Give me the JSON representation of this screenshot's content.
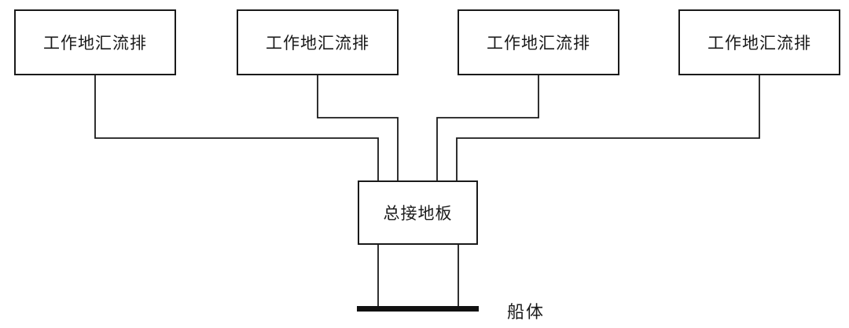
{
  "diagram": {
    "top_boxes": [
      {
        "label": "工作地汇流排"
      },
      {
        "label": "工作地汇流排"
      },
      {
        "label": "工作地汇流排"
      },
      {
        "label": "工作地汇流排"
      }
    ],
    "center_box": {
      "label": "总接地板"
    },
    "hull": {
      "label": "船体"
    },
    "colors": {
      "line": "#1a1a1a",
      "bar": "#111111",
      "background": "#ffffff"
    }
  }
}
